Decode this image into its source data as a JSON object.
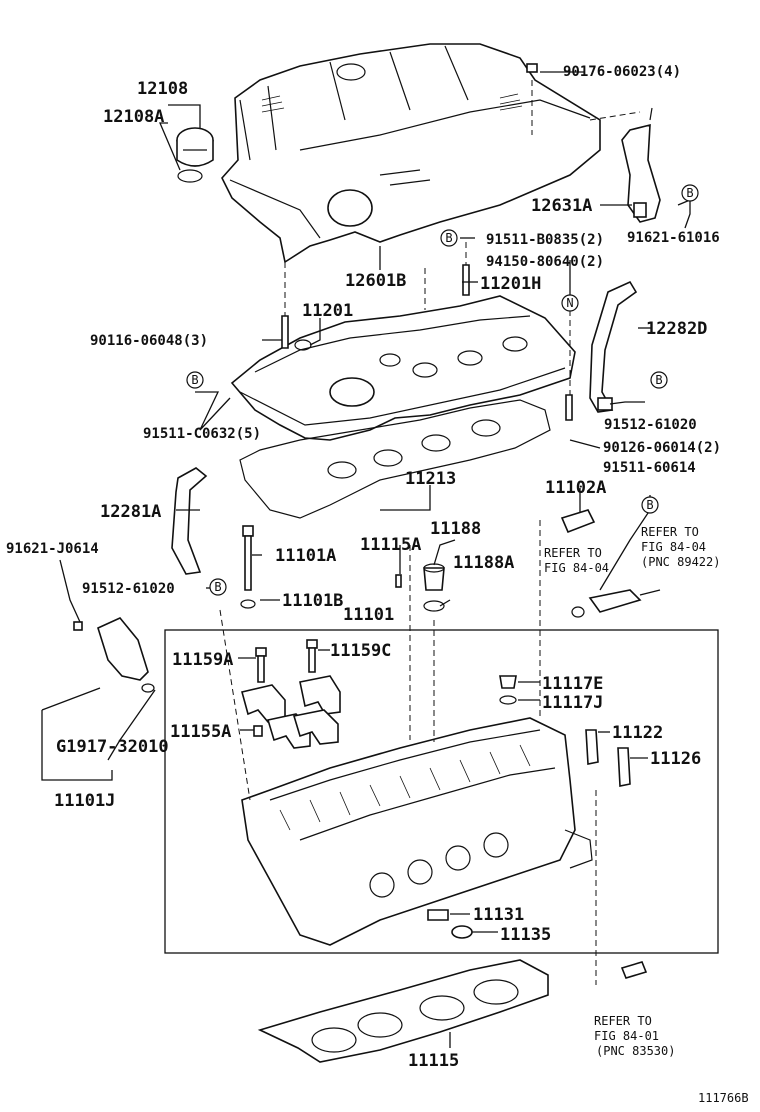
{
  "labels": {
    "p12108": "12108",
    "p12108A": "12108A",
    "p90176": "90176-06023(4)",
    "p12631A": "12631A",
    "p91621_61016": "91621-61016",
    "p91511_B0835": "91511-B0835(2)",
    "p94150": "94150-80640(2)",
    "p12601B": "12601B",
    "p11201H": "11201H",
    "p11201": "11201",
    "p90116": "90116-06048(3)",
    "p12282D": "12282D",
    "p91511_C0632": "91511-C0632(5)",
    "p91512_61020a": "91512-61020",
    "p90126": "90126-06014(2)",
    "p91511_60614": "91511-60614",
    "p11213": "11213",
    "p11102A": "11102A",
    "p12281A": "12281A",
    "p11188": "11188",
    "p11115A": "11115A",
    "p11188A": "11188A",
    "p91621_J0614": "91621-J0614",
    "p11101A": "11101A",
    "p91512_61020b": "91512-61020",
    "p11101B": "11101B",
    "p11101": "11101",
    "p11159A": "11159A",
    "p11159C": "11159C",
    "p11117E": "11117E",
    "p11117J": "11117J",
    "p11155A": "11155A",
    "p11122": "11122",
    "p11126": "11126",
    "pG1917": "G1917-32010",
    "p11101J": "11101J",
    "p11131": "11131",
    "p11135": "11135",
    "p11115": "11115",
    "diagram_id": "111766B"
  },
  "refs": {
    "ref1_line1": "REFER TO",
    "ref1_line2": "FIG 84-04",
    "ref2_line1": "REFER TO",
    "ref2_line2": "FIG 84-04",
    "ref2_line3": "(PNC 89422)",
    "ref3_line1": "REFER TO",
    "ref3_line2": "FIG 84-01",
    "ref3_line3": "(PNC 83530)"
  },
  "markers": {
    "b": "B",
    "n": "N"
  }
}
